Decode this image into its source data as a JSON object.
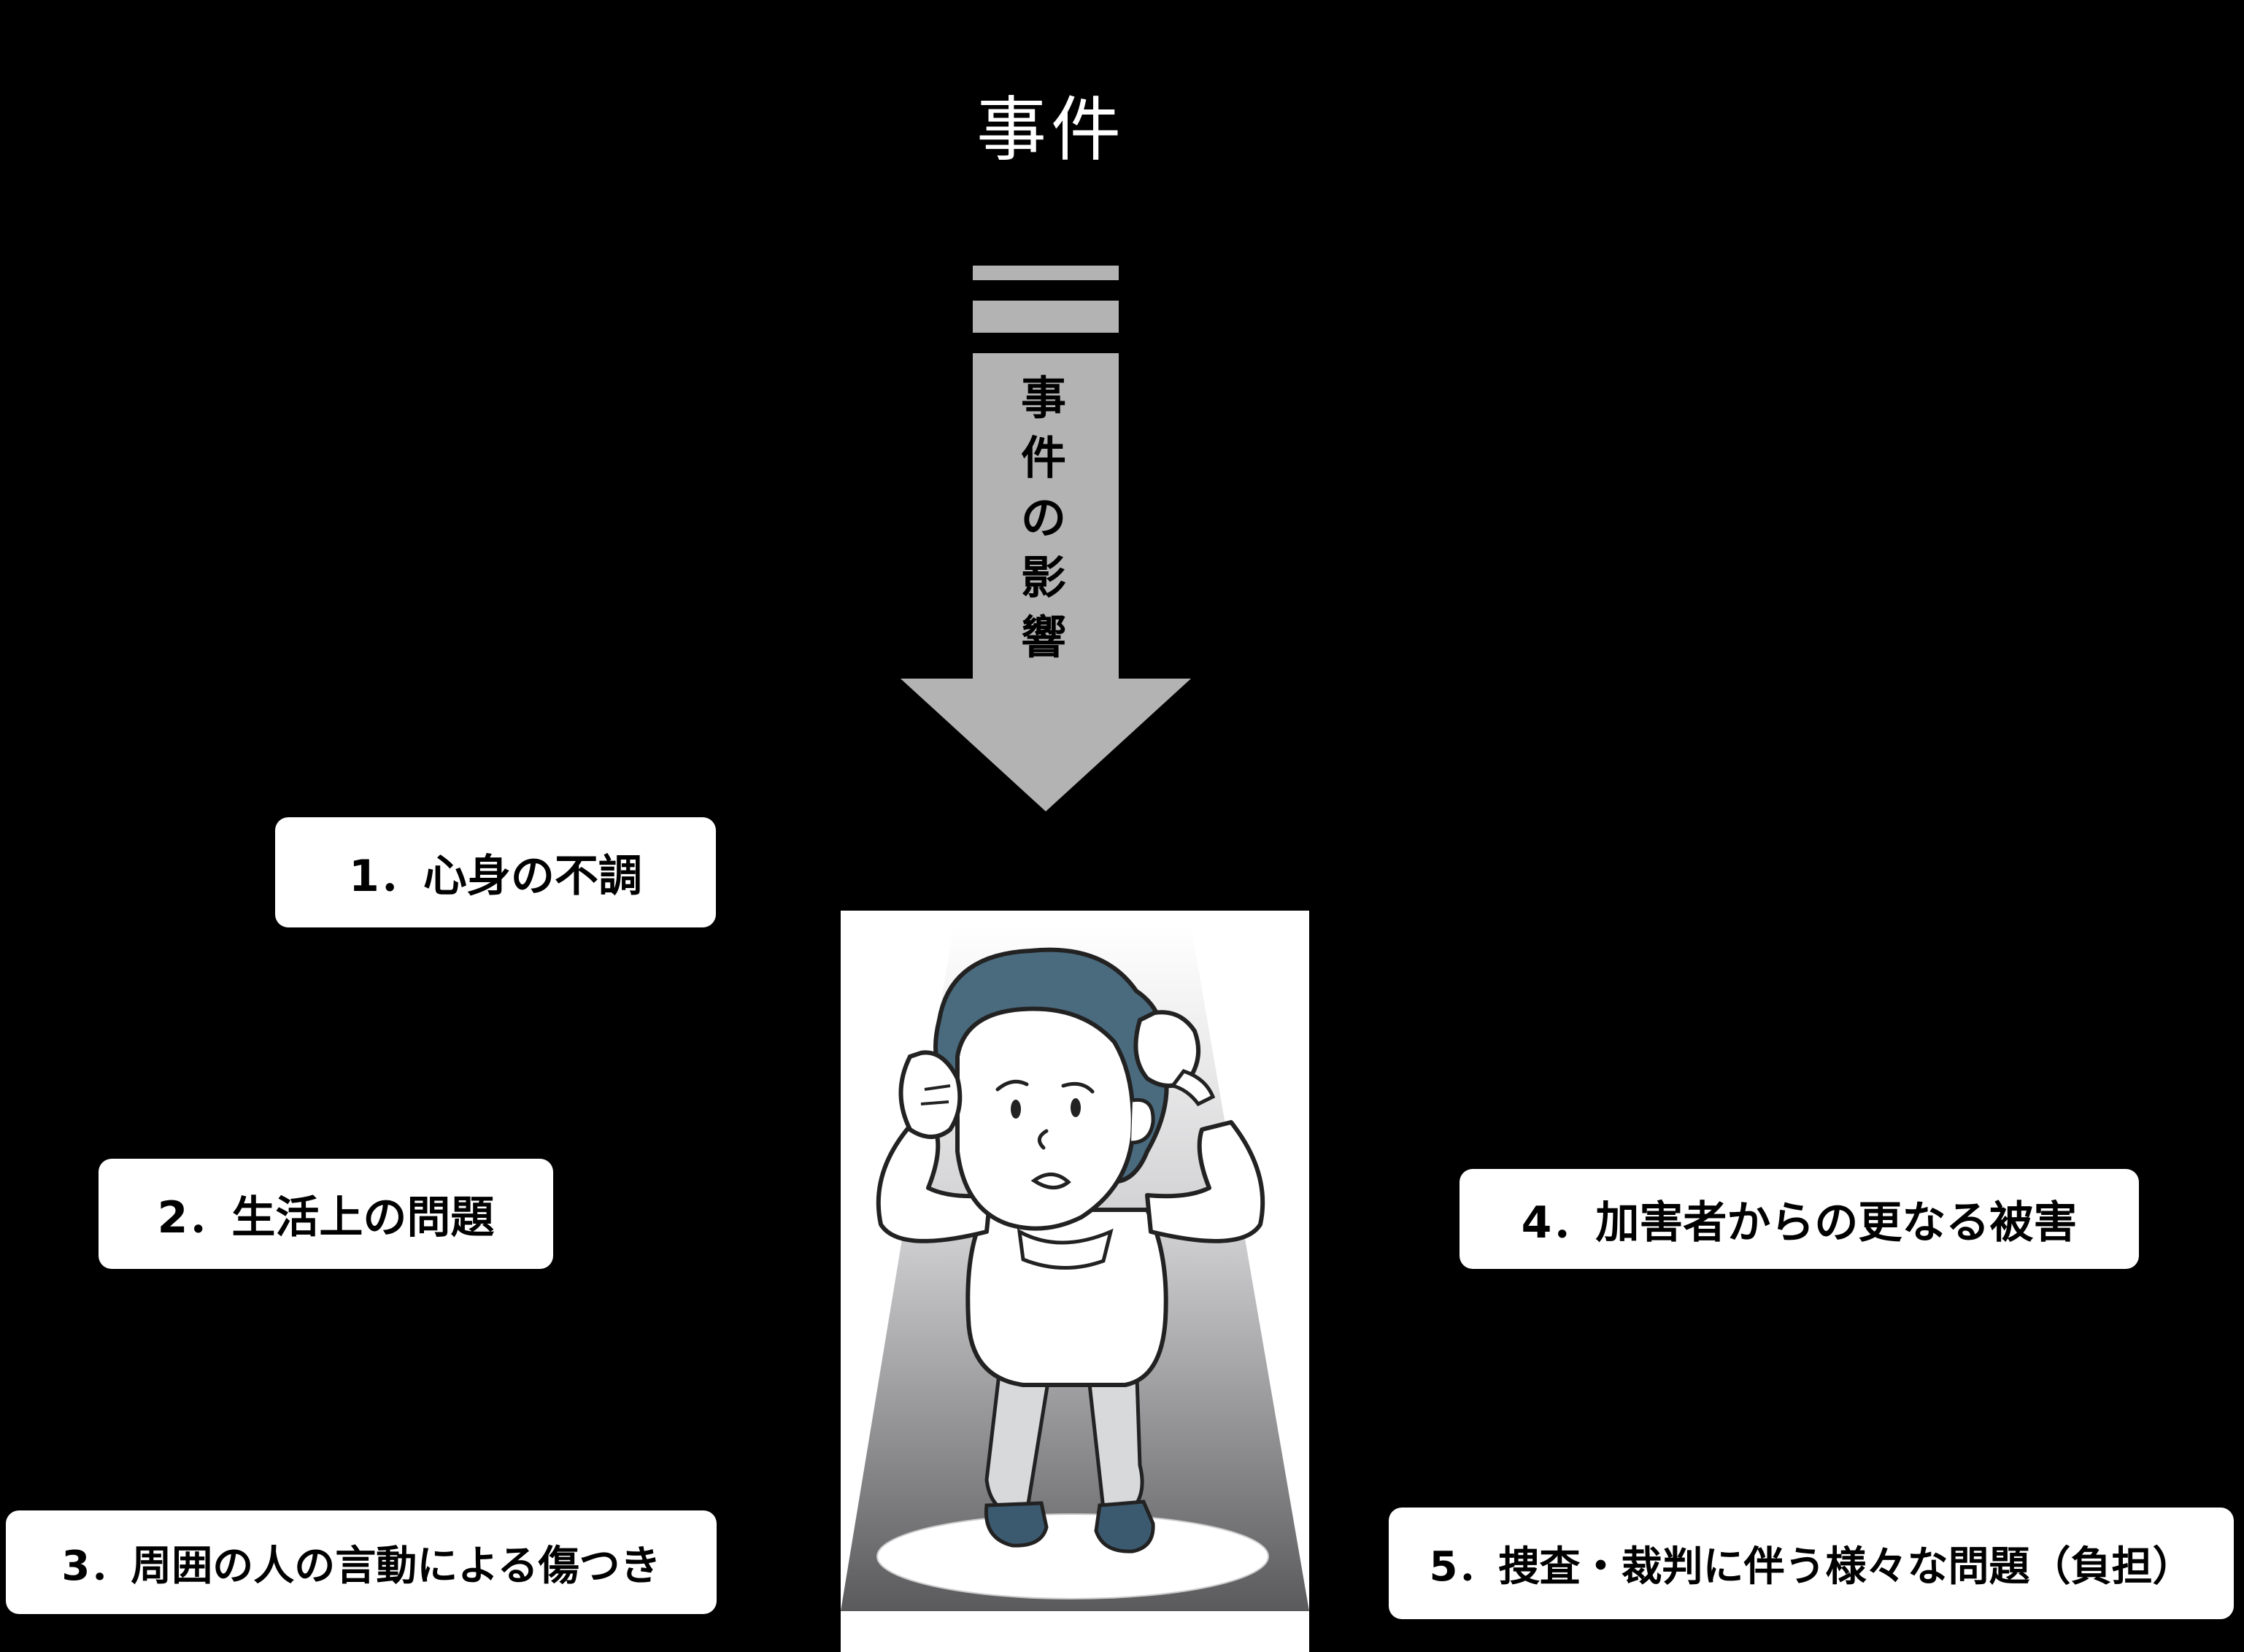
{
  "title": "事件",
  "arrow": {
    "label_chars": [
      "事",
      "件",
      "の",
      "影",
      "響"
    ],
    "color": "#b3b3b3"
  },
  "problems": [
    {
      "id": "1",
      "label": "1．心身の不調"
    },
    {
      "id": "2",
      "label": "2．生活上の問題"
    },
    {
      "id": "3",
      "label": "3．周囲の人の言動による傷つき"
    },
    {
      "id": "4",
      "label": "4．加害者からの更なる被害"
    },
    {
      "id": "5",
      "label": "5．捜査・裁判に伴う様々な問題（負担）"
    }
  ],
  "figure": {
    "description_icon": "distressed-person-icon",
    "hair_color": "#4a6a7e",
    "shoe_color": "#3b5a70"
  }
}
